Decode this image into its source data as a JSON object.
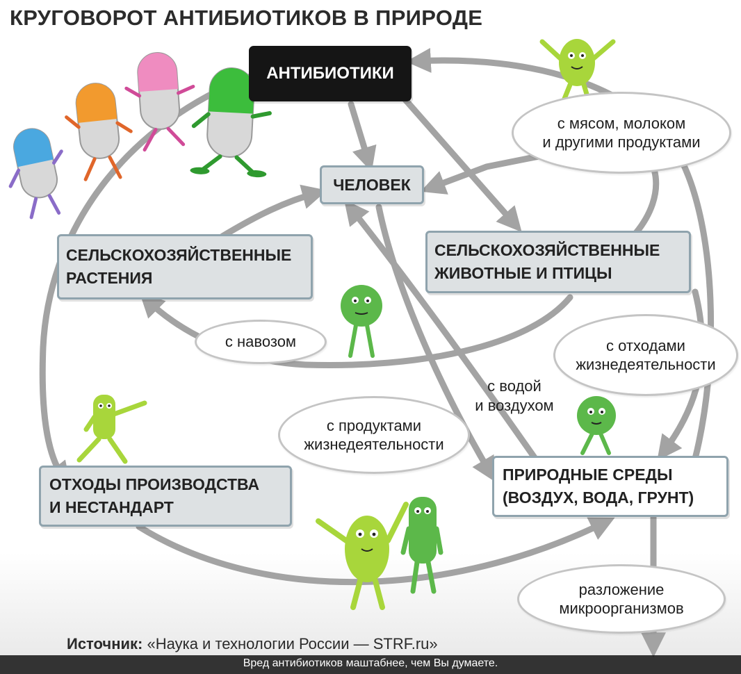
{
  "title": "КРУГОВОРОТ АНТИБИОТИКОВ В ПРИРОДЕ",
  "nodes": {
    "antibiotics": "АНТИБИОТИКИ",
    "human": "ЧЕЛОВЕК",
    "plants": "СЕЛЬСКОХОЗЯЙСТВЕННЫЕ\nРАСТЕНИЯ",
    "animals": "СЕЛЬСКОХОЗЯЙСТВЕННЫЕ\nЖИВОТНЫЕ И ПТИЦЫ",
    "industrial_waste": "ОТХОДЫ ПРОИЗВОДСТВА\nИ НЕСТАНДАРТ",
    "environment": "ПРИРОДНЫЕ СРЕДЫ\n(ВОЗДУХ, ВОДА, ГРУНТ)"
  },
  "edge_labels": {
    "meat_milk": "с мясом, молоком\nи другими продуктами",
    "manure": "с навозом",
    "water_air": "с водой\nи воздухом",
    "animal_waste": "с отходами\nжизнедеятельности",
    "human_waste": "с продуктами\nжизнедеятельности",
    "decomposition": "разложение\nмикроорганизмов"
  },
  "source": {
    "label": "Источник:",
    "text": "«Наука и технологии России — STRF.ru»"
  },
  "caption": "Вред антибиотиков маштабнее, чем Вы думаете.",
  "colors": {
    "arrow": "#a3a3a3",
    "box_border": "#8fa3ad",
    "box_fill_gray": "#dde1e3",
    "dark_box": "#151515",
    "pill_blue": "#4aa8e0",
    "pill_orange": "#f29a2e",
    "pill_pink": "#ef8cc0",
    "pill_green": "#3cbd3c",
    "pill_white": "#d8d8d8",
    "character_lime": "#a8d63b",
    "character_green": "#5cb84a"
  },
  "icons": [
    "walking-capsule-icon",
    "microbe-character-icon"
  ]
}
